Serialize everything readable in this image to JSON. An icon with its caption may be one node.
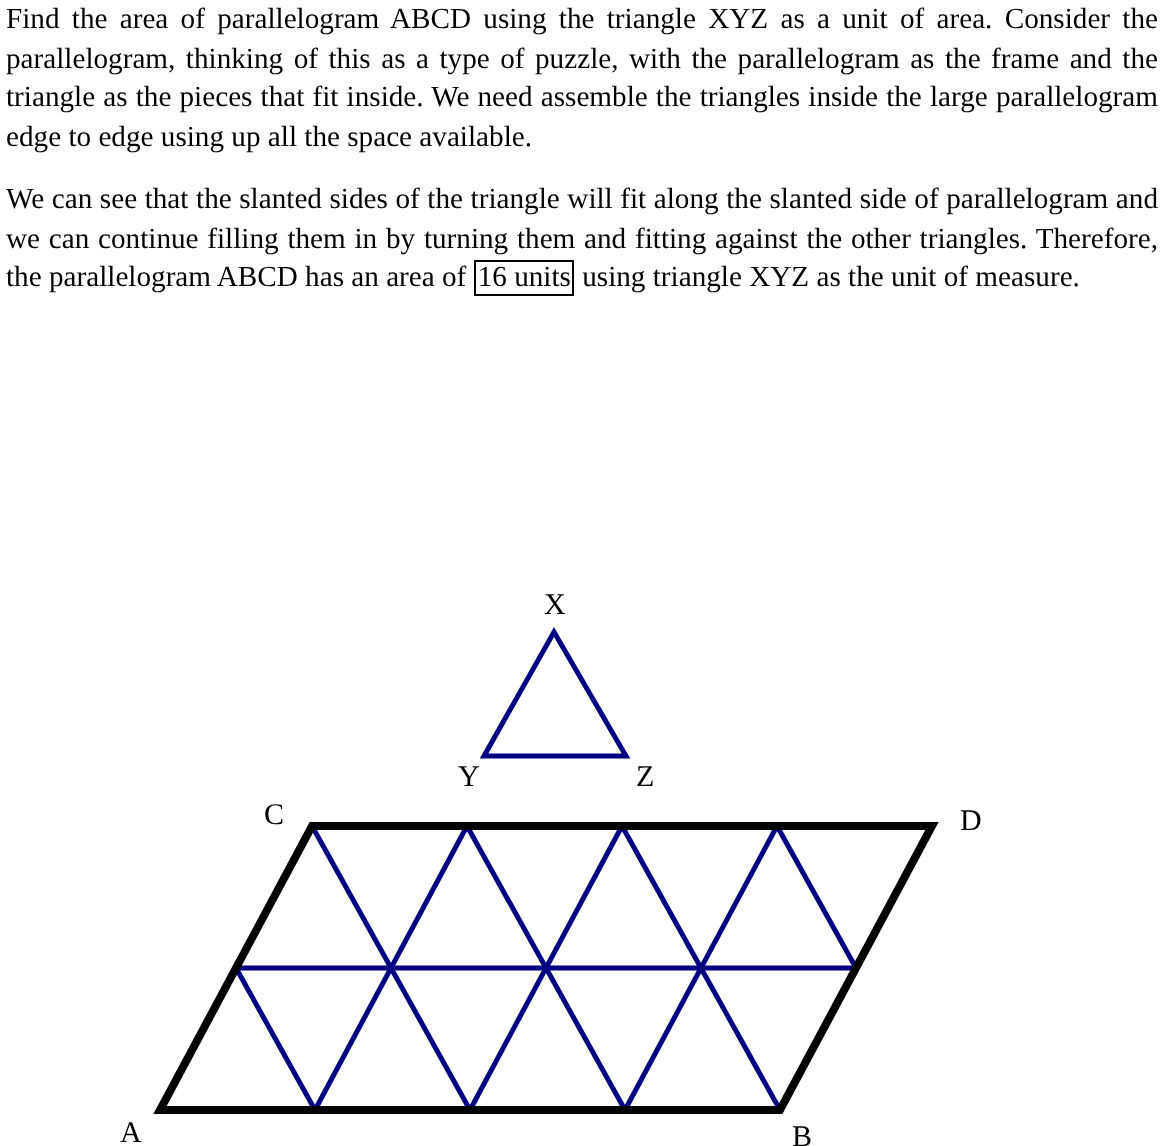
{
  "diagram": {
    "labels": [
      "Find the area of parallelogram ABCD using the triangle XYZ as a unit of area.  Consider the parallelogram, thinking of this as a type of puzzle, with the parallelogram as the frame and the triangle as the pieces that fit inside.  We need assemble the triangles inside the large parallelogram edge to edge using up all the space available.",
      "We can see that the slanted sides of the triangle will fit along the slanted side of parallelogram and we can continue filling them in by turning them and fitting against the other triangles.  Therefore, the parallelogram ABCD has an area of",
      "16 units",
      "using triangle XYZ as the unit of measure.",
      "X",
      "Y",
      "Z",
      "C",
      "D",
      "A",
      "B"
    ]
  }
}
